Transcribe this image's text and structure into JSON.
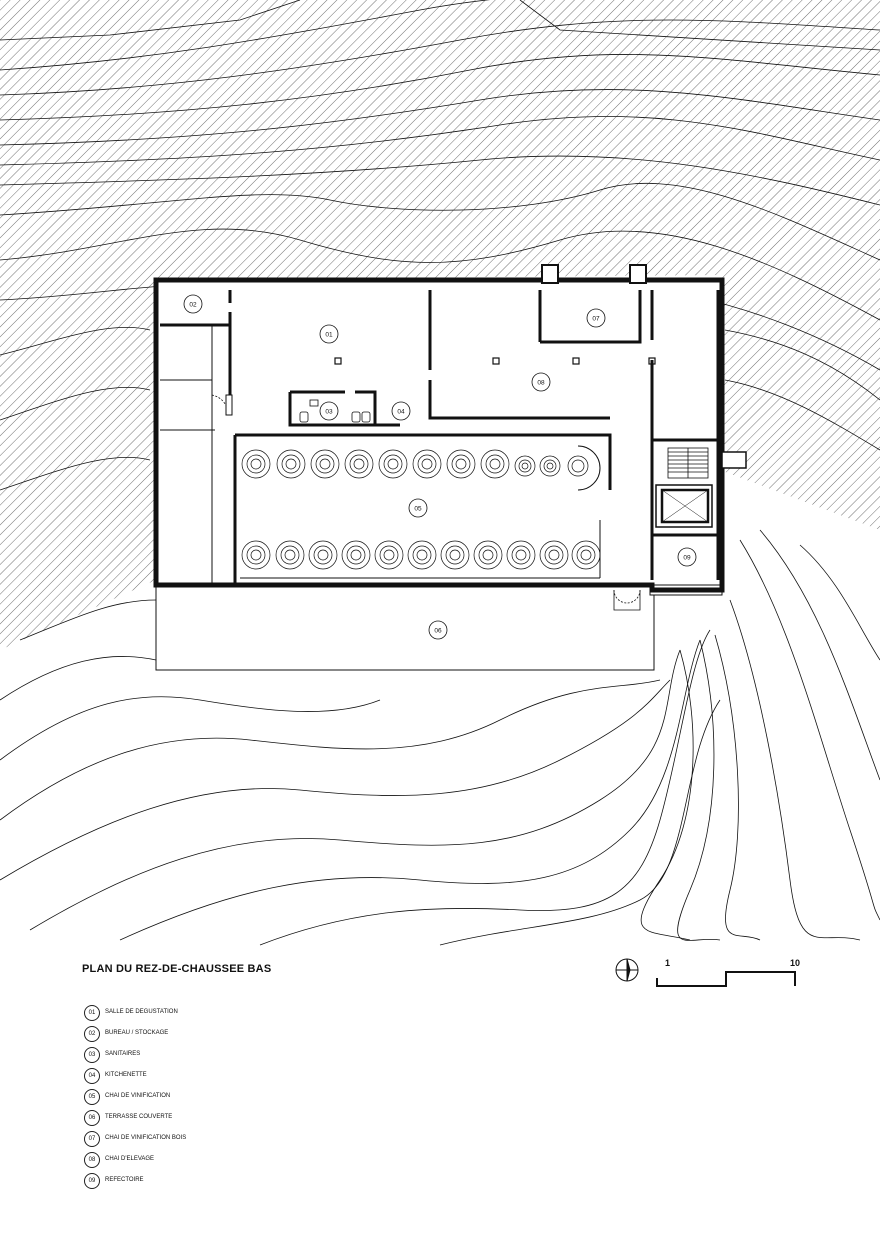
{
  "title": "PLAN DU REZ-DE-CHAUSSEE BAS",
  "legend": [
    {
      "num": "01",
      "label": "SALLE DE DEGUSTATION"
    },
    {
      "num": "02",
      "label": "BUREAU / STOCKAGE"
    },
    {
      "num": "03",
      "label": "SANITAIRES"
    },
    {
      "num": "04",
      "label": "KITCHENETTE"
    },
    {
      "num": "05",
      "label": "CHAI DE VINIFICATION"
    },
    {
      "num": "06",
      "label": "TERRASSE COUVERTE"
    },
    {
      "num": "07",
      "label": "CHAI DE VINIFICATION BOIS"
    },
    {
      "num": "08",
      "label": "CHAI D'ELEVAGE"
    },
    {
      "num": "09",
      "label": "REFECTOIRE"
    }
  ],
  "room_tags": [
    "01",
    "02",
    "03",
    "04",
    "05",
    "06",
    "07",
    "08",
    "09"
  ],
  "scale": {
    "start": "1",
    "end": "10"
  },
  "colors": {
    "line": "#111111",
    "hatch": "#333333",
    "background": "#ffffff"
  },
  "icons": {
    "north": "north-arrow-icon"
  }
}
